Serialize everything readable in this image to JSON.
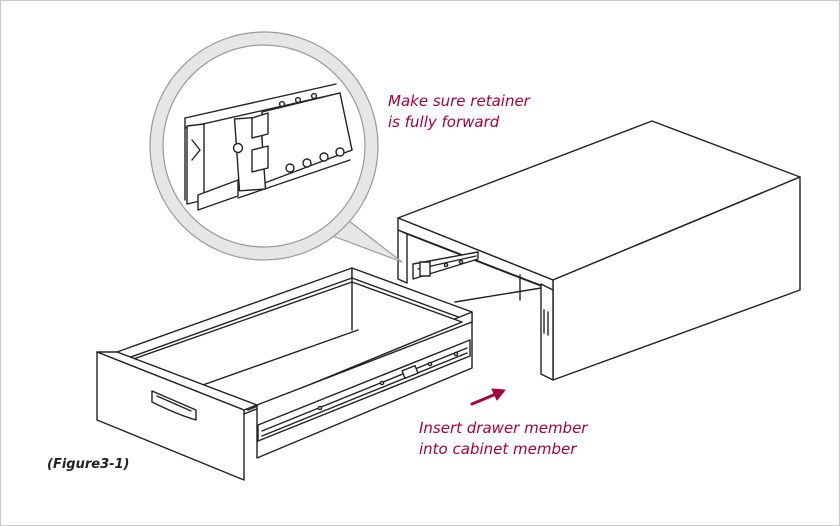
{
  "annotations": {
    "retainer": [
      "Make sure retainer",
      "is fully forward"
    ],
    "insert": [
      "Insert drawer member",
      "into cabinet member"
    ]
  },
  "caption": "(Figure3-1)",
  "colors": {
    "annotation_text": "#a8003b",
    "arrow": "#a8003b",
    "line_art": "#222222",
    "frame_border": "#c8c8c8"
  }
}
